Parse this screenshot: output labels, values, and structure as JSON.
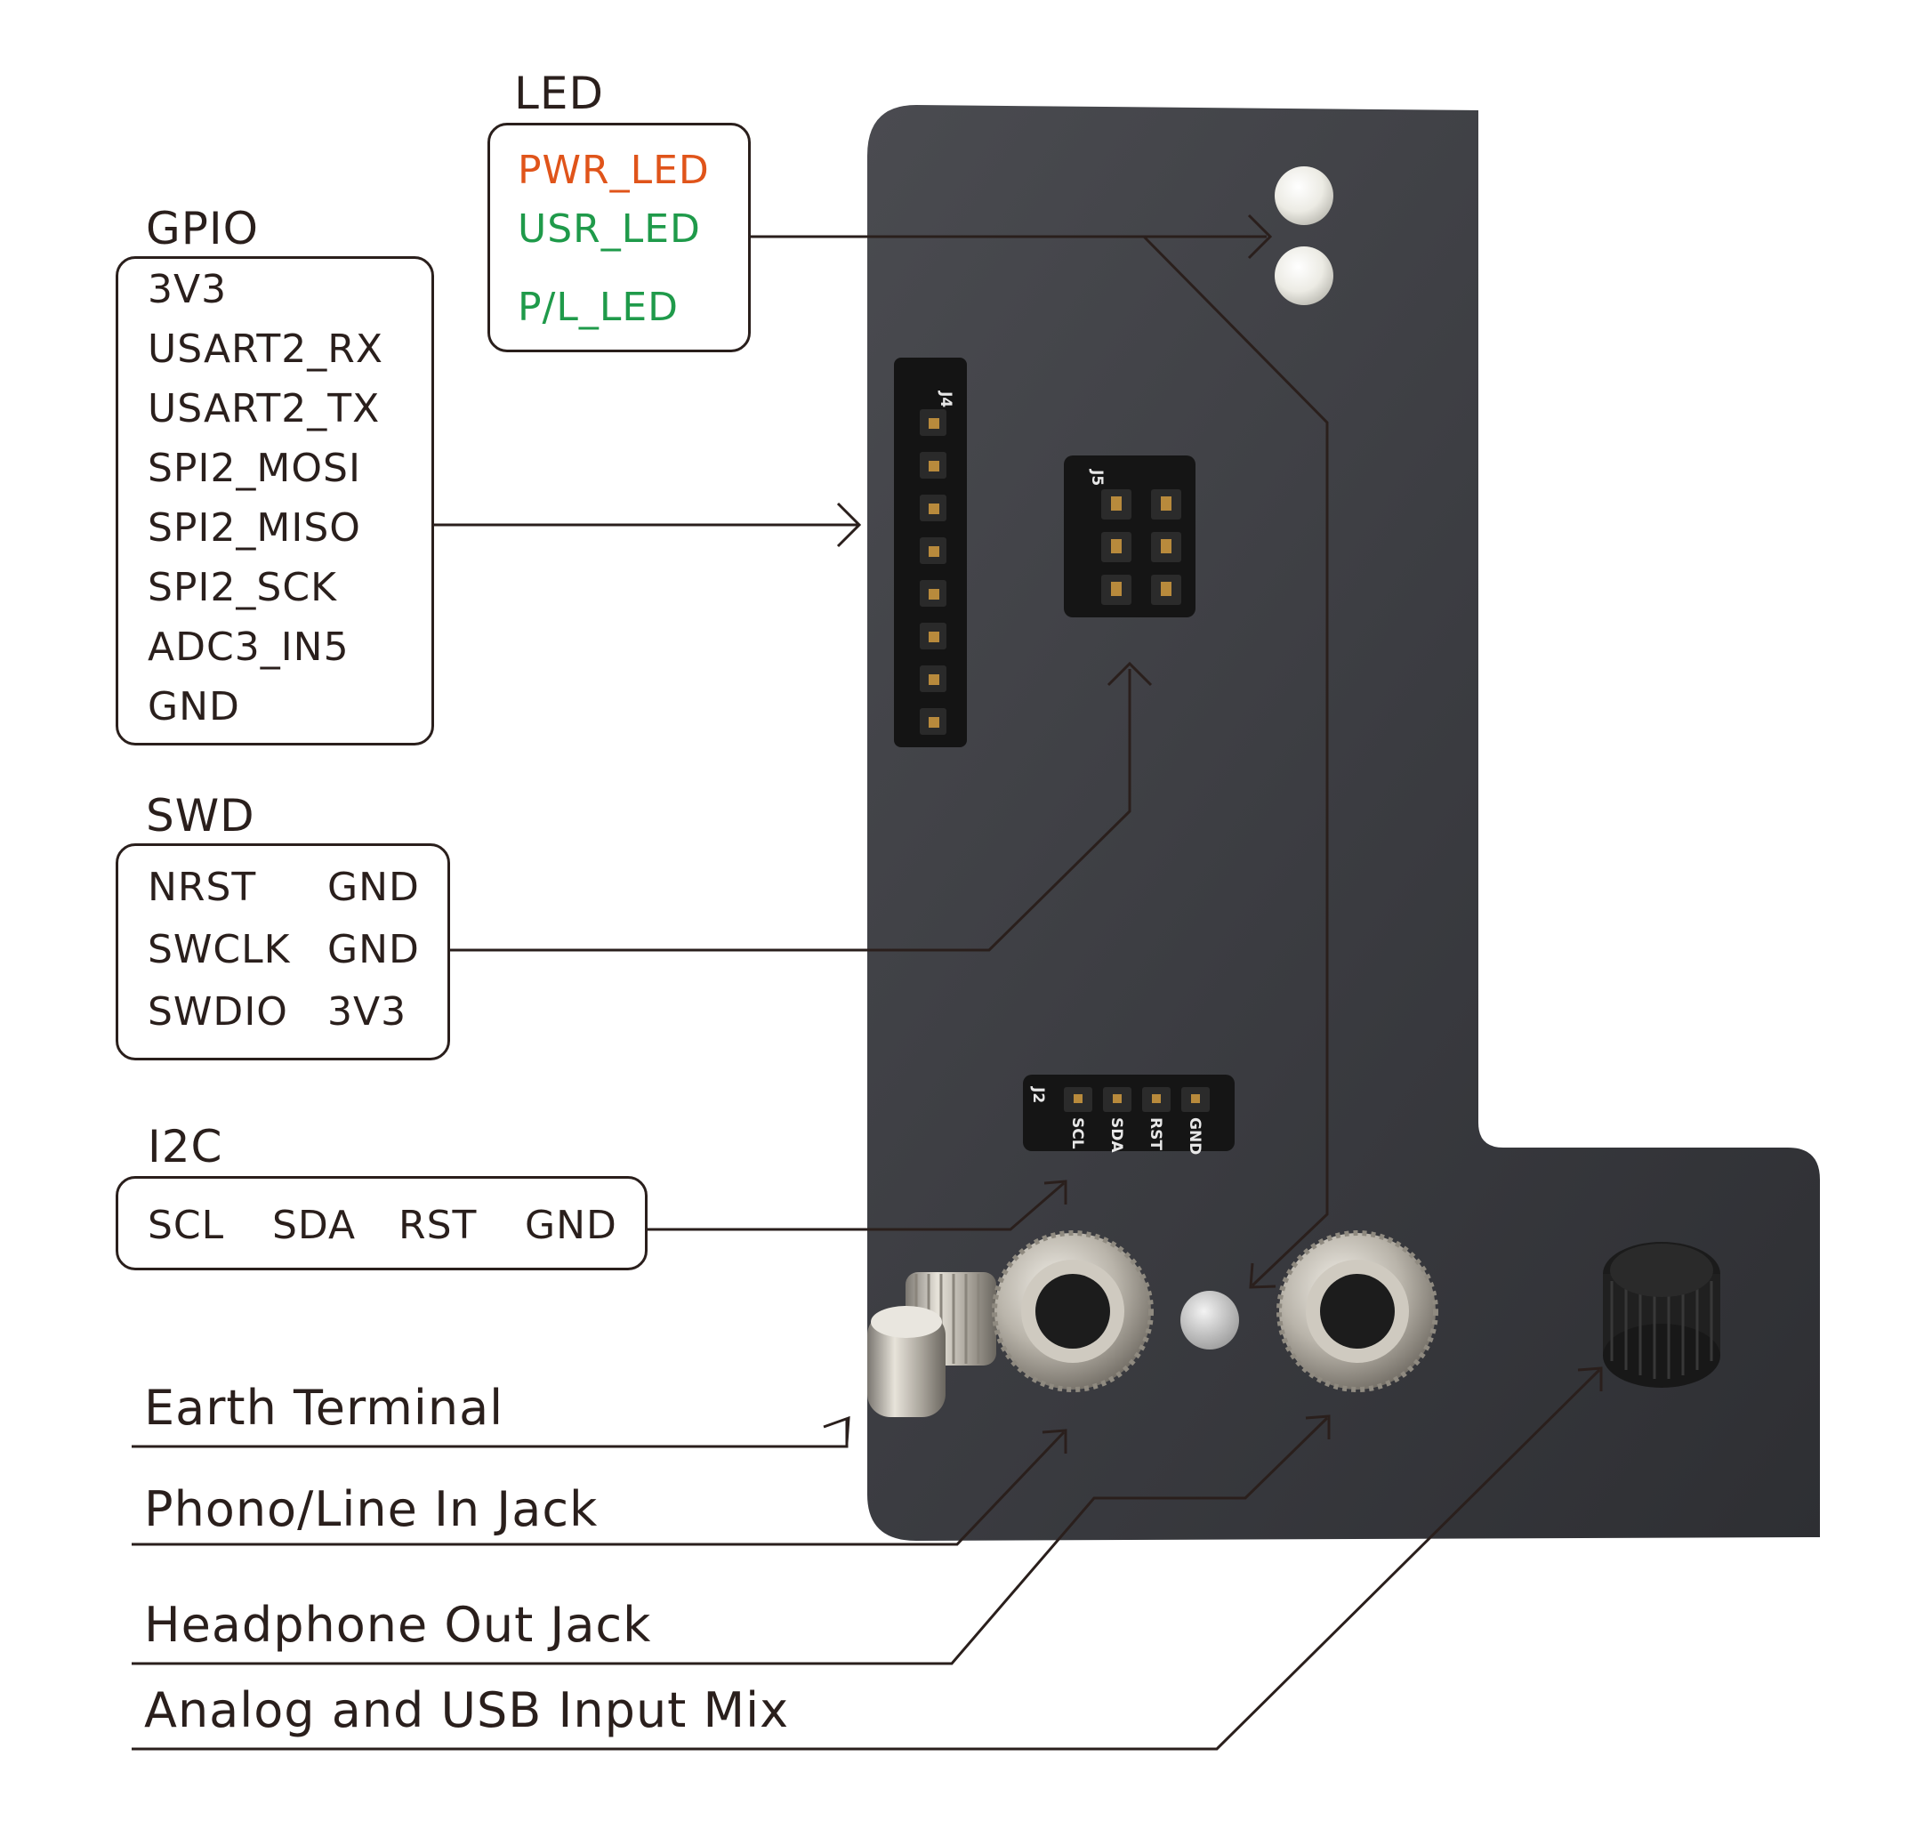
{
  "colors": {
    "ink": "#2a1f1c",
    "board": "#3a3b3f",
    "pwr_led": "#e0541a",
    "green_led": "#1f9a4a"
  },
  "led": {
    "title": "LED",
    "items": [
      {
        "label": "PWR_LED",
        "color": "#e0541a"
      },
      {
        "label": "USR_LED",
        "color": "#1f9a4a"
      },
      {
        "label": "P/L_LED",
        "color": "#1f9a4a"
      }
    ]
  },
  "gpio": {
    "title": "GPIO",
    "pins": [
      "3V3",
      "USART2_RX",
      "USART2_TX",
      "SPI2_MOSI",
      "SPI2_MISO",
      "SPI2_SCK",
      "ADC3_IN5",
      "GND"
    ]
  },
  "swd": {
    "title": "SWD",
    "rows": [
      [
        "NRST",
        "GND"
      ],
      [
        "SWCLK",
        "GND"
      ],
      [
        "SWDIO",
        "3V3"
      ]
    ]
  },
  "i2c": {
    "title": "I2C",
    "pins": [
      "SCL",
      "SDA",
      "RST",
      "GND"
    ]
  },
  "callouts": {
    "earth": "Earth Terminal",
    "phono": "Phono/Line In Jack",
    "headphone": "Headphone Out Jack",
    "mix": "Analog and USB Input Mix"
  },
  "board": {
    "j5_silk": "J5",
    "j4_silk": "J4",
    "j2_silk": "J2",
    "j2_pins": [
      "SCL",
      "SDA",
      "RST",
      "GND"
    ]
  }
}
